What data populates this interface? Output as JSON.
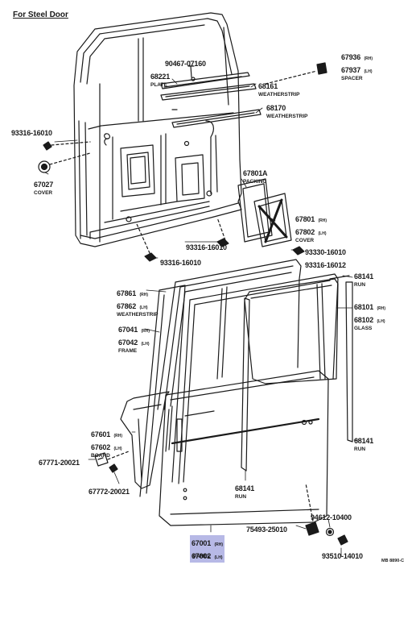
{
  "title": "For Steel Door",
  "diagram_code": "MB 8890-C",
  "parts": {
    "p90467": {
      "num": "90467-07160"
    },
    "p68221": {
      "num": "68221",
      "name": "PLATE"
    },
    "p67936": {
      "num1": "67936",
      "sfx1": "(RH)",
      "num2": "67937",
      "sfx2": "(LH)",
      "name": "SPACER"
    },
    "p68161": {
      "num": "68161",
      "name": "WEATHERSTRIP"
    },
    "p68170": {
      "num": "68170",
      "name": "WEATHERSTRIP"
    },
    "p93316a": {
      "num": "93316-16010"
    },
    "p67027": {
      "num": "67027",
      "name": "COVER"
    },
    "p67801a": {
      "num": "67801A",
      "name": "PACKING"
    },
    "p67801": {
      "num1": "67801",
      "sfx1": "(RH)",
      "num2": "67802",
      "sfx2": "(LH)",
      "name": "COVER"
    },
    "p93316b": {
      "num": "93316-16010"
    },
    "p93316c": {
      "num": "93316-16010"
    },
    "p93330": {
      "num1": "93330-16010",
      "num2": "93316-16012"
    },
    "p68141a": {
      "num": "68141",
      "name": "RUN"
    },
    "p67861": {
      "num1": "67861",
      "sfx1": "(RH)",
      "num2": "67862",
      "sfx2": "(LH)",
      "name": "WEATHERSTRIP"
    },
    "p68101": {
      "num1": "68101",
      "sfx1": "(RH)",
      "num2": "68102",
      "sfx2": "(LH)",
      "name": "GLASS"
    },
    "p67041": {
      "num1": "67041",
      "sfx1": "(RH)",
      "num2": "67042",
      "sfx2": "(LH)",
      "name": "FRAME"
    },
    "p67601": {
      "num1": "67601",
      "sfx1": "(RH)",
      "num2": "67602",
      "sfx2": "(LH)",
      "name": "BOARD"
    },
    "p68141b": {
      "num": "68141",
      "name": "RUN"
    },
    "p67771": {
      "num": "67771-20021"
    },
    "p67772": {
      "num": "67772-20021"
    },
    "p68141c": {
      "num": "68141",
      "name": "RUN"
    },
    "p94612": {
      "num": "94612-10400"
    },
    "p75493": {
      "num": "75493-25010"
    },
    "p67001": {
      "num1": "67001",
      "sfx1": "(RH)",
      "num2": "67002",
      "sfx2": "(LH)",
      "name": "PANEL"
    },
    "p93510": {
      "num": "93510-14010"
    }
  },
  "colors": {
    "line": "#1a1a1a",
    "highlight": "#b7b9e6"
  }
}
